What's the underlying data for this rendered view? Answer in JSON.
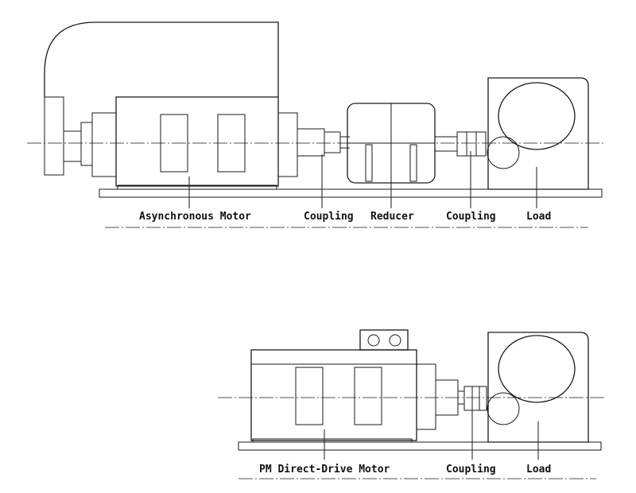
{
  "top_system": {
    "labels": {
      "motor": "Asynchronous Motor",
      "coupling_1": "Coupling",
      "reducer": "Reducer",
      "coupling_2": "Coupling",
      "load": "Load"
    }
  },
  "bottom_system": {
    "labels": {
      "motor": "PM Direct-Drive Motor",
      "coupling": "Coupling",
      "load": "Load"
    }
  }
}
